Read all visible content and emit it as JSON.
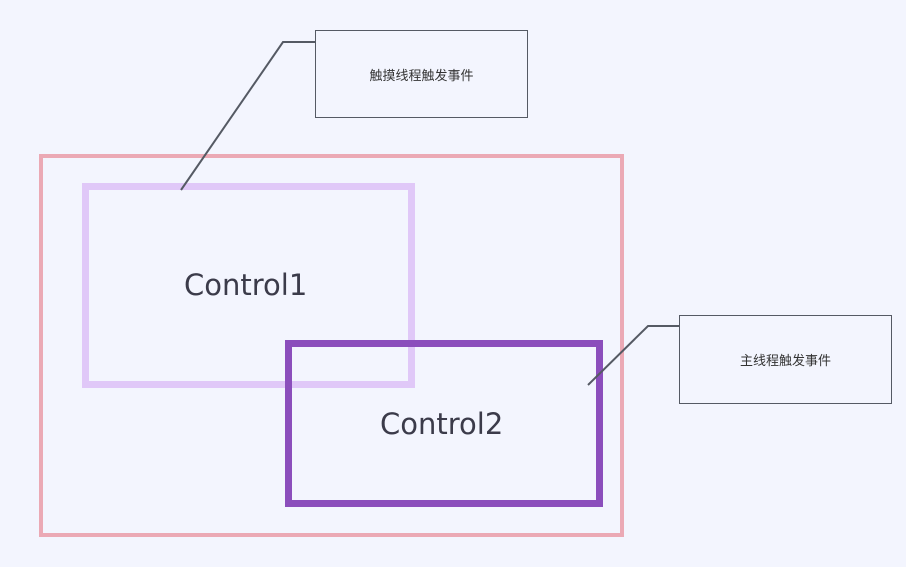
{
  "diagram": {
    "control1": {
      "label": "Control1"
    },
    "control2": {
      "label": "Control2"
    },
    "notes": {
      "touch": {
        "text": "触摸线程触发事件"
      },
      "main": {
        "text": "主线程触发事件"
      }
    }
  },
  "colors": {
    "background": "#f3f5fe",
    "outer_frame": "#eba9b5",
    "control1_border": "#e0c8f8",
    "control2_border": "#8b4ebc",
    "note_border": "#555a64",
    "connector": "#555a64",
    "label_text": "#3b3b4a"
  }
}
